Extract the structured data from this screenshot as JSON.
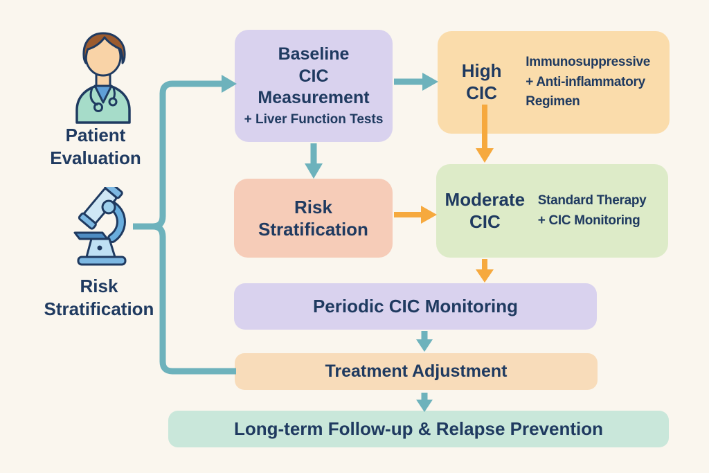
{
  "palette": {
    "background": "#faf6ee",
    "text_navy": "#1f3a60",
    "teal_connector": "#6db2bc",
    "orange_connector": "#f6a93e",
    "box_lavender": "#d9d2ee",
    "box_orange": "#fadcab",
    "box_salmon": "#f6ccb8",
    "box_green": "#ddebc8",
    "box_peach": "#f8dcba",
    "box_mint": "#c9e7da"
  },
  "left_rail": {
    "patient_icon": "doctor-icon",
    "patient_label": "Patient\nEvaluation",
    "risk_icon": "microscope-icon",
    "risk_label": "Risk\nStratification"
  },
  "flowchart": {
    "baseline": {
      "title": "Baseline\nCIC\nMeasurement",
      "subtitle": "+ Liver Function Tests"
    },
    "high": {
      "title": "High\nCIC",
      "detail": "Immunosuppressive\n+ Anti-inflammatory\nRegimen"
    },
    "risk": {
      "title": "Risk\nStratification"
    },
    "moderate": {
      "title": "Moderate\nCIC",
      "detail": "Standard Therapy\n+ CIC Monitoring"
    },
    "periodic": {
      "title": "Periodic CIC Monitoring"
    },
    "treatment": {
      "title": "Treatment Adjustment"
    },
    "longterm": {
      "title": "Long-term Follow-up & Relapse Prevention"
    }
  }
}
